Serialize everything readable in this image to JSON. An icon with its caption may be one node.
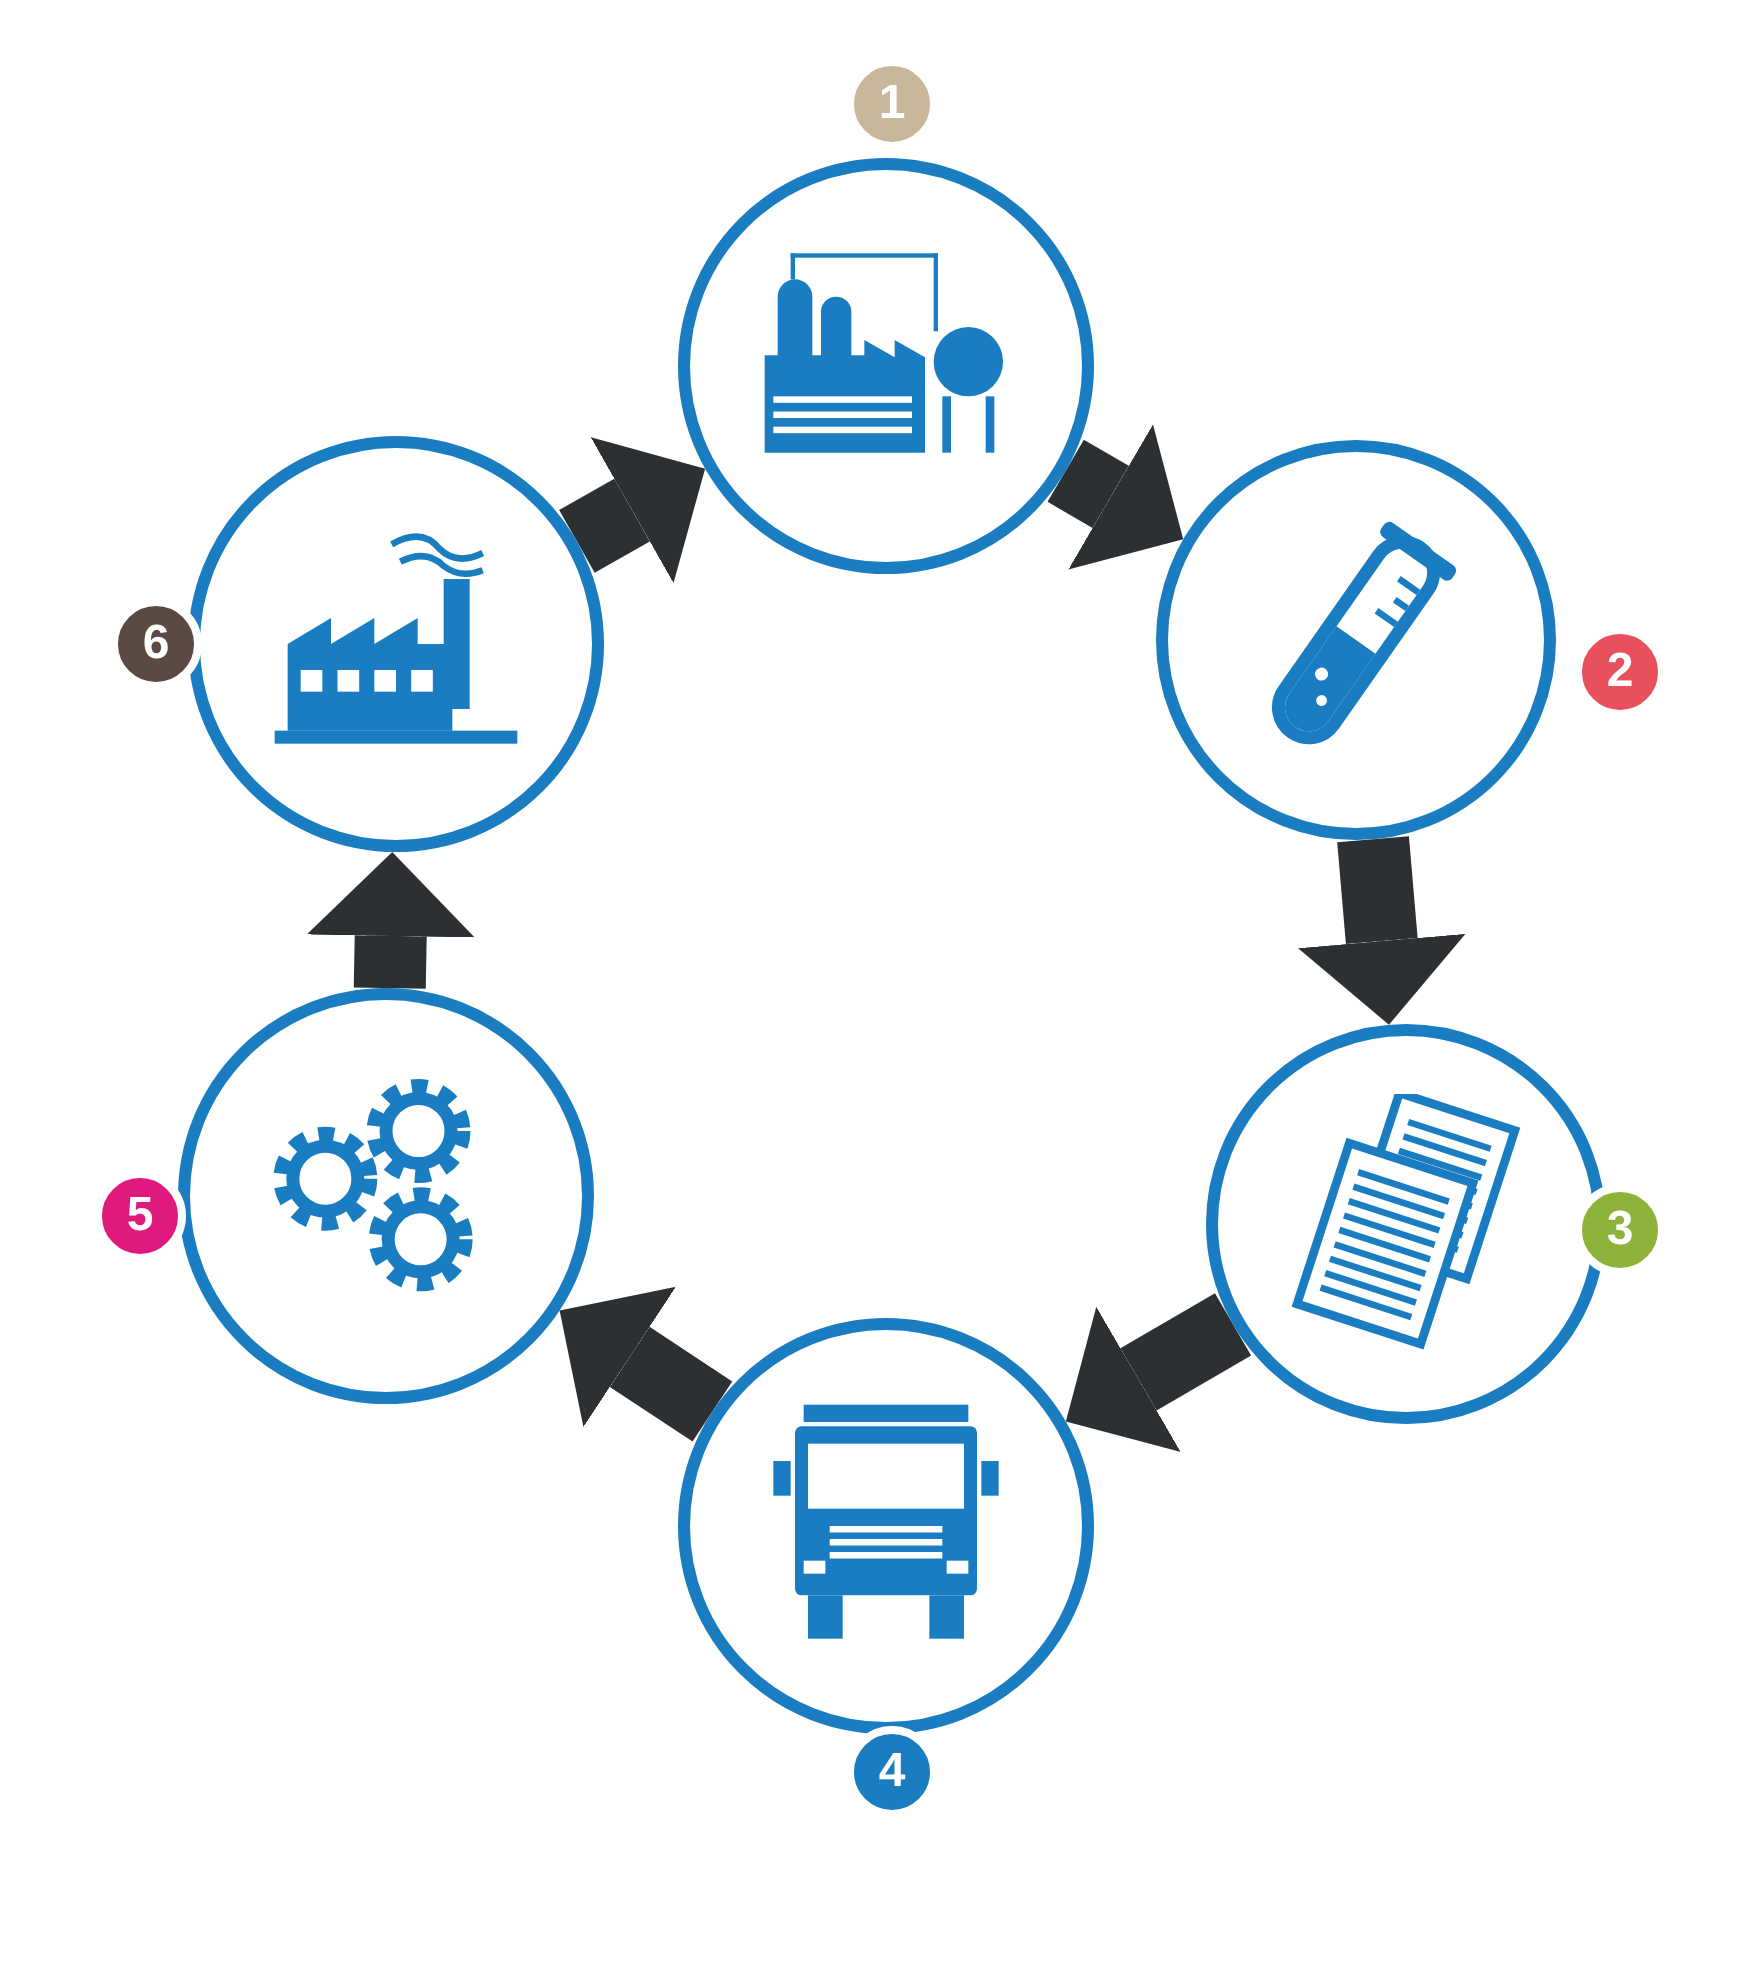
{
  "diagram": {
    "nodes": [
      {
        "text": [],
        "shape": "picture",
        "beside": [
          "1"
        ]
      },
      {
        "text": [],
        "shape": "picture",
        "beside": [
          "2"
        ]
      },
      {
        "text": [],
        "shape": "picture",
        "beside": [
          "3"
        ]
      },
      {
        "text": [],
        "shape": "picture",
        "beside": [
          "4"
        ]
      },
      {
        "text": [],
        "shape": "picture",
        "beside": [
          "5"
        ]
      },
      {
        "text": [],
        "shape": "picture",
        "beside": [
          "6"
        ]
      }
    ],
    "edges": [
      {
        "from": 0,
        "to": 1,
        "arrow": "to"
      },
      {
        "from": 1,
        "to": 2,
        "arrow": "to"
      },
      {
        "from": 2,
        "to": 3,
        "arrow": "to"
      },
      {
        "from": 3,
        "to": 4,
        "arrow": "to"
      },
      {
        "from": 4,
        "to": 5,
        "arrow": "to"
      },
      {
        "from": 5,
        "to": 0,
        "arrow": "to"
      }
    ]
  }
}
